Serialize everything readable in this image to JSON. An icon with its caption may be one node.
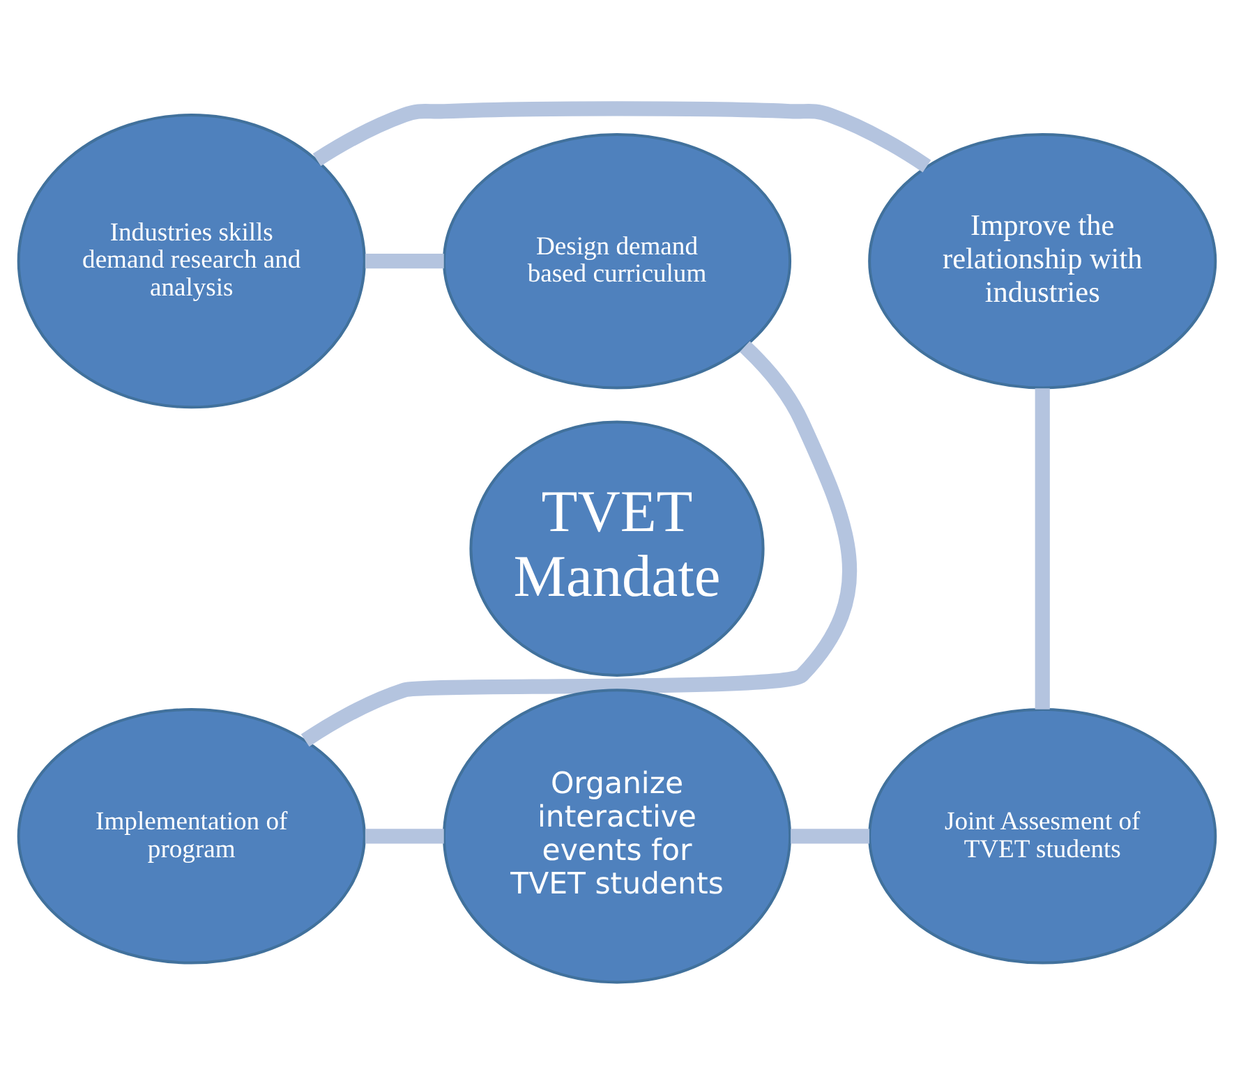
{
  "diagram": {
    "nodes": [
      {
        "text": [
          "Industries skills demand research and analysis"
        ]
      },
      {
        "text": [
          "Design demand based curriculum"
        ]
      },
      {
        "text": [
          "Implementation of program"
        ]
      },
      {
        "text": [
          "Organize interactive events for TVET students"
        ]
      },
      {
        "text": [
          "Joint Assesment of TVET students"
        ]
      },
      {
        "text": [
          "Improve the relationship with industries"
        ]
      },
      {
        "text": [
          "TVET Mandate"
        ]
      }
    ],
    "edges": [
      {
        "from": 0,
        "to": 1,
        "arrow": "none"
      },
      {
        "from": 1,
        "to": 2,
        "arrow": "none"
      },
      {
        "from": 2,
        "to": 3,
        "arrow": "none"
      },
      {
        "from": 3,
        "to": 4,
        "arrow": "none"
      },
      {
        "from": 4,
        "to": 5,
        "arrow": "none"
      },
      {
        "from": 5,
        "to": 0,
        "arrow": "none"
      }
    ]
  }
}
